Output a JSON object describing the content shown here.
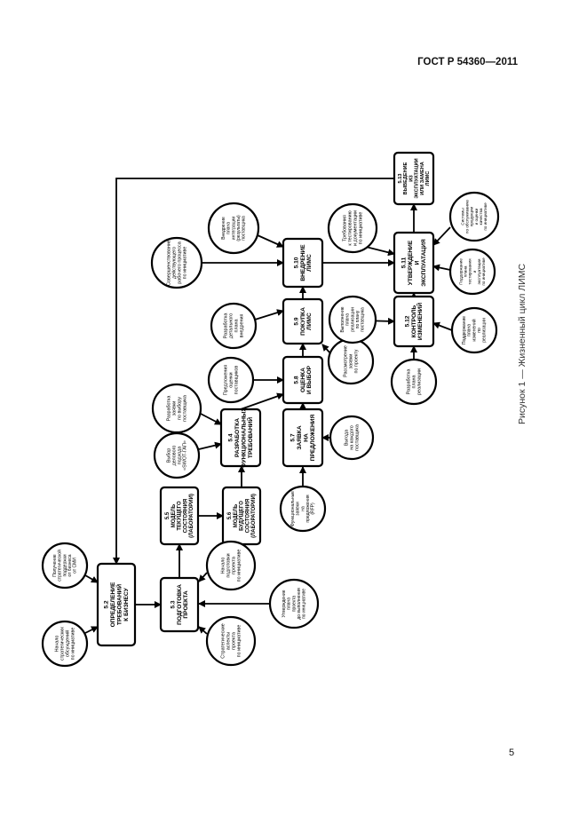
{
  "header": {
    "standard": "ГОСТ Р 54360—2011"
  },
  "caption": "Рисунок 1 — Жизненный цикл ЛИМС",
  "page_number": "5",
  "processes": {
    "p52": {
      "lines": [
        "5.2",
        "ОПРЕДЕЛЕНИЕ",
        "ТРЕБОВАНИЙ",
        "К БИЗНЕСУ"
      ]
    },
    "p53": {
      "lines": [
        "5.3",
        "ПОДГОТОВКА",
        "ПРОЕКТА"
      ]
    },
    "p55": {
      "lines": [
        "5.5",
        "МОДЕЛЬ",
        "ТЕКУЩЕГО",
        "СОСТОЯНИЯ",
        "(ЛАБОРАТОРИИ)"
      ]
    },
    "p56": {
      "lines": [
        "5.6",
        "МОДЕЛЬ",
        "БУДУЩЕГО",
        "СОСТОЯНИЯ",
        "(ЛАБОРАТОРИИ)"
      ]
    },
    "p54": {
      "lines": [
        "5.4",
        "РАЗРАБОТКА",
        "ФУНКЦИОНАЛЬНЫХ",
        "ТРЕБОВАНИЙ"
      ]
    },
    "p57": {
      "lines": [
        "5.7",
        "ЗАЯВКА",
        "НА",
        "ПРЕДЛОЖЕНИЯ"
      ]
    },
    "p58": {
      "lines": [
        "5.8",
        "ОЦЕНКА",
        "И ВЫБОР"
      ]
    },
    "p59": {
      "lines": [
        "5.9",
        "ПОКУПКА",
        "ЛИМС"
      ]
    },
    "p510": {
      "lines": [
        "5.10",
        "ВНЕДРЕНИЕ",
        "ЛИМС"
      ]
    },
    "p511": {
      "lines": [
        "5.11",
        "УТВЕРЖДЕНИЕ",
        "И",
        "ЭКСПЛУАТАЦИЯ"
      ]
    },
    "p512": {
      "lines": [
        "5.12",
        "КОНТРОЛЬ",
        "ИЗМЕНЕНИЙ"
      ]
    },
    "p513": {
      "lines": [
        "5.13",
        "ВЫВЕДЕНИЕ",
        "ИЗ",
        "ЭКСПЛУАТАЦИИ",
        "ИЛИ ЗАМЕНА",
        "ЛИМС"
      ]
    }
  },
  "inputs": {
    "c1": {
      "lines": [
        "Начало",
        "стратегических",
        "обсуждений",
        "по инициативе"
      ]
    },
    "c2": {
      "lines": [
        "Получение",
        "стратегической",
        "поддержки",
        "от бизнеса",
        "от СМИ"
      ]
    },
    "c3": {
      "lines": [
        "Стратегические",
        "аспекты",
        "проекта",
        "по инициативе"
      ]
    },
    "c4": {
      "lines": [
        "Утверждение",
        "плана",
        "проекта",
        "до выполнения",
        "по инициативе"
      ]
    },
    "c5": {
      "lines": [
        "Начало",
        "подготовки",
        "проекта",
        "по инициативе"
      ]
    },
    "c6": {
      "lines": [
        "Функциональные",
        "заявки",
        "на",
        "предложения",
        "(RFP)"
      ]
    },
    "c7": {
      "lines": [
        "Выбор",
        "делового",
        "подхода",
        "«SWOT-ГАП»"
      ]
    },
    "c8": {
      "lines": [
        "Разработка",
        "заявки",
        "по выбору",
        "поставщика"
      ]
    },
    "c9": {
      "lines": [
        "Выгода",
        "на каждого",
        "поставщика"
      ]
    },
    "c10": {
      "lines": [
        "Предложения",
        "оценки",
        "поставщиков"
      ]
    },
    "c11": {
      "lines": [
        "Рассмотрение",
        "заявки",
        "по проекту"
      ]
    },
    "c12": {
      "lines": [
        "Разработка",
        "детального",
        "плана",
        "внедрения"
      ]
    },
    "c13": {
      "lines": [
        "Совершенствование",
        "действующего",
        "рабочего процесса",
        "по инициативе"
      ]
    },
    "c14": {
      "lines": [
        "Внедрение",
        "плана",
        "интеграции",
        "(результаты)",
        "поставщика"
      ]
    },
    "c15": {
      "lines": [
        "Требования",
        "к тестированию",
        "и документации",
        "по инициативе"
      ]
    },
    "c16": {
      "lines": [
        "Выполнение",
        "плана",
        "реализации",
        "по плану",
        "поставщика"
      ]
    },
    "c17": {
      "lines": [
        "Разработка",
        "плана",
        "реализации"
      ]
    },
    "c18": {
      "lines": [
        "Поддержание",
        "плана",
        "изменений",
        "по",
        "реализации"
      ]
    },
    "c19": {
      "lines": [
        "Поддержание",
        "плана",
        "тестирования",
        "и",
        "эксплуатации",
        "по инициативе"
      ]
    },
    "c20": {
      "lines": [
        "Системы",
        "по обслуживанию",
        "продукции",
        "и оценки",
        "качества",
        "по инициативе"
      ]
    }
  }
}
